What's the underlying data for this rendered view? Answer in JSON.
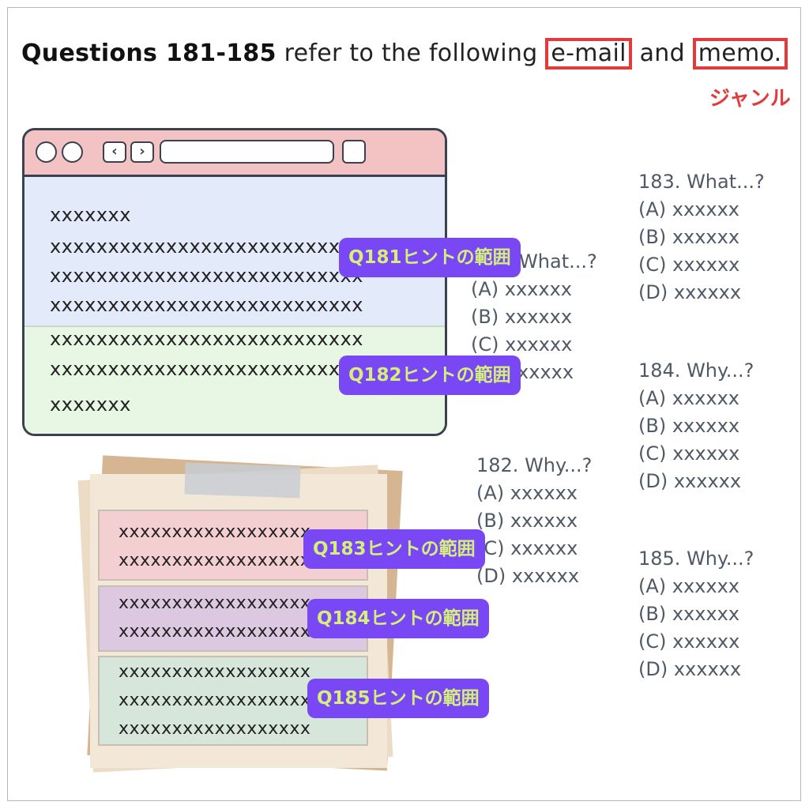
{
  "headline": {
    "bold": "Questions 181-185",
    "text1": " refer to the following ",
    "boxed1": "e-mail",
    "text2": " and ",
    "boxed2": "memo."
  },
  "genre_label": "ジャンル",
  "email": {
    "lines": [
      "xxxxxxx",
      "xxxxxxxxxxxxxxxxxxxxxxxxxxx",
      "xxxxxxxxxxxxxxxxxxxxxxxxxxx",
      "xxxxxxxxxxxxxxxxxxxxxxxxxxx",
      "xxxxxxxxxxxxxxxxxxxxxxxxxxx",
      "xxxxxxxxxxxxxxxxxxxxxxxxxxx",
      "xxxxxxx"
    ]
  },
  "memo": {
    "lines": [
      "xxxxxxxxxxxxxxxxxx",
      "xxxxxxxxxxxxxxxxxx",
      "xxxxxxxxxxxxxxxxxx",
      "xxxxxxxxxxxxxxxxxx",
      "xxxxxxxxxxxxxxxxxx",
      "xxxxxxxxxxxxxxxxxx",
      "xxxxxxxxxxxxxxxxxx"
    ]
  },
  "questions": [
    {
      "title": "181. What...?",
      "options": [
        "(A) xxxxxx",
        "(B) xxxxxx",
        "(C) xxxxxx",
        "(D) xxxxxx"
      ]
    },
    {
      "title": "182. Why...?",
      "options": [
        "(A) xxxxxx",
        "(B) xxxxxx",
        "(C) xxxxxx",
        "(D) xxxxxx"
      ]
    },
    {
      "title": "183. What...?",
      "options": [
        "(A) xxxxxx",
        "(B) xxxxxx",
        "(C) xxxxxx",
        "(D) xxxxxx"
      ]
    },
    {
      "title": "184. Why...?",
      "options": [
        "(A) xxxxxx",
        "(B) xxxxxx",
        "(C) xxxxxx",
        "(D) xxxxxx"
      ]
    },
    {
      "title": "185. Why...?",
      "options": [
        "(A) xxxxxx",
        "(B) xxxxxx",
        "(C) xxxxxx",
        "(D) xxxxxx"
      ]
    }
  ],
  "hints": [
    "Q181ヒントの範囲",
    "Q182ヒントの範囲",
    "Q183ヒントの範囲",
    "Q184ヒントの範囲",
    "Q185ヒントの範囲"
  ],
  "colors": {
    "accent_red": "#e33b3b",
    "tag_bg": "#7a47f5",
    "tag_text": "#d4f07a",
    "email_top": "#e3ebfb",
    "email_bottom": "#e8f6e4",
    "memo_pink": "#f3cfd2",
    "memo_purple": "#dcc8e0",
    "memo_green": "#d6e6db"
  }
}
